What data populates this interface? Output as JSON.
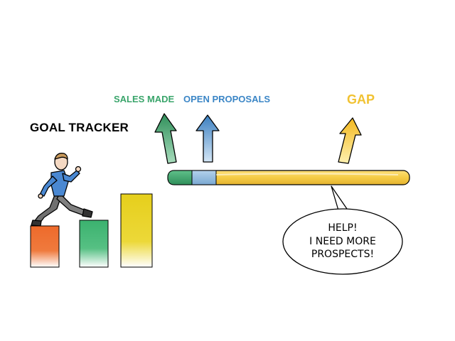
{
  "title": "GOAL TRACKER",
  "labels": {
    "sales_made": "SALES MADE",
    "open_proposals": "OPEN PROPOSALS",
    "gap": "GAP"
  },
  "callout": {
    "line1": "HELP!",
    "line2": "I NEED MORE",
    "line3": "PROSPECTS!"
  },
  "colors": {
    "sales": "#3aa56b",
    "proposals": "#8ab6db",
    "gap": "#f5d34e",
    "step_orange": "#ef6a2a",
    "step_green": "#3cb371",
    "step_yellow": "#e8d21f"
  },
  "progress": {
    "sales_made_fraction": 0.11,
    "open_proposals_fraction": 0.1,
    "gap_fraction": 0.79
  },
  "icons": [
    "person-walking-icon",
    "arrow-up-green-icon",
    "arrow-up-blue-icon",
    "arrow-up-yellow-icon",
    "speech-bubble-icon"
  ]
}
